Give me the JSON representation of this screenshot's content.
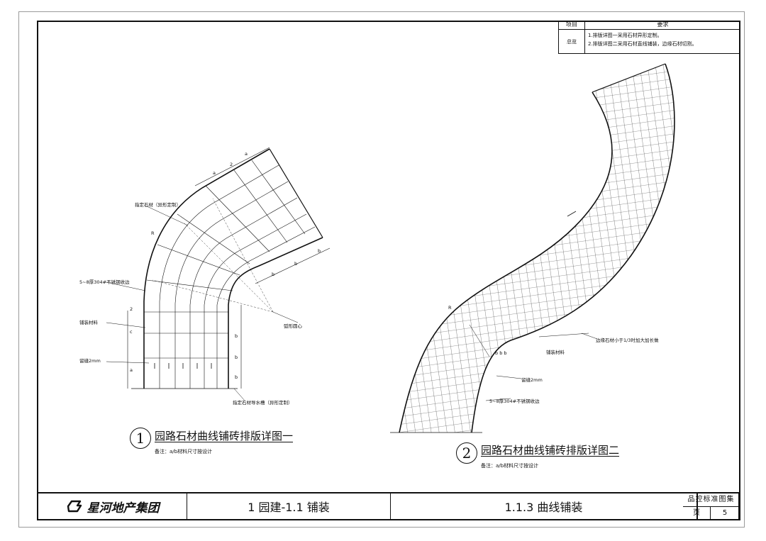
{
  "requirements": {
    "col_item": "项目",
    "col_req": "要求",
    "row_label": "总览",
    "lines": [
      "1.排版详图一采用石材异形定制。",
      "2.排版详图二采用石材直线铺装，边缘石材切割。"
    ]
  },
  "title_block": {
    "logo_text": "星河地产集团",
    "section": "1 园建-1.1 铺装",
    "title": "1.1.3 曲线铺装",
    "collection": "品控标准图集",
    "page_label": "页",
    "page_number": "5"
  },
  "figure1": {
    "number": "1",
    "caption": "园路石材曲线铺砖排版详图一",
    "note": "备注：a/b材料尺寸按设计",
    "labels": {
      "custom_stone": "指定石材（异形定制）",
      "edge": "5~8厚304#不锈钢收边",
      "material": "铺装材料",
      "joint": "留缝2mm",
      "arc_center": "弧形圆心",
      "drain": "指定石材导水槽（异形定制）",
      "radius": "R",
      "dim_a": "a",
      "dim_b": "b",
      "dim_c": "c",
      "dim_2": "2"
    }
  },
  "figure2": {
    "number": "2",
    "caption": "园路石材曲线铺砖排版详图二",
    "note": "备注：a/b材料尺寸按设计",
    "labels": {
      "edge_cut": "边缘石材小于1/3时加大加长做",
      "material": "铺装材料",
      "joint": "留缝2mm",
      "edge": "5~8厚304#不锈钢收边",
      "radius": "R",
      "dim": "b  b  b"
    }
  }
}
